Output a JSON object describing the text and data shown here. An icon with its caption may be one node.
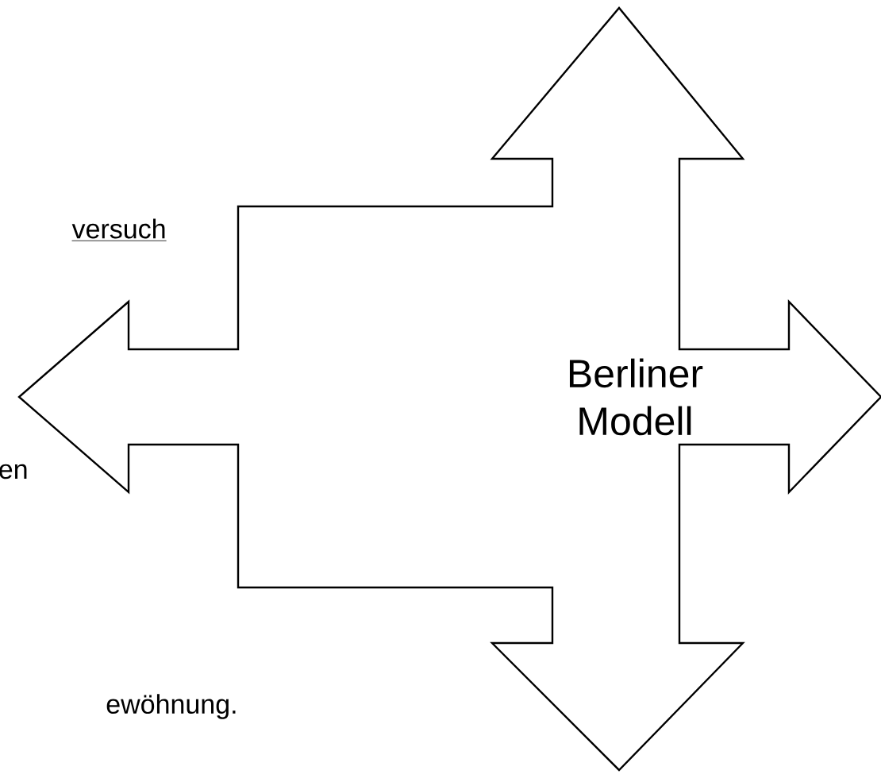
{
  "diagram": {
    "nodes": [
      {
        "text": [
          "Berliner Modell"
        ]
      }
    ],
    "labels": [
      "versuch",
      "en",
      "ewöhnung."
    ]
  }
}
